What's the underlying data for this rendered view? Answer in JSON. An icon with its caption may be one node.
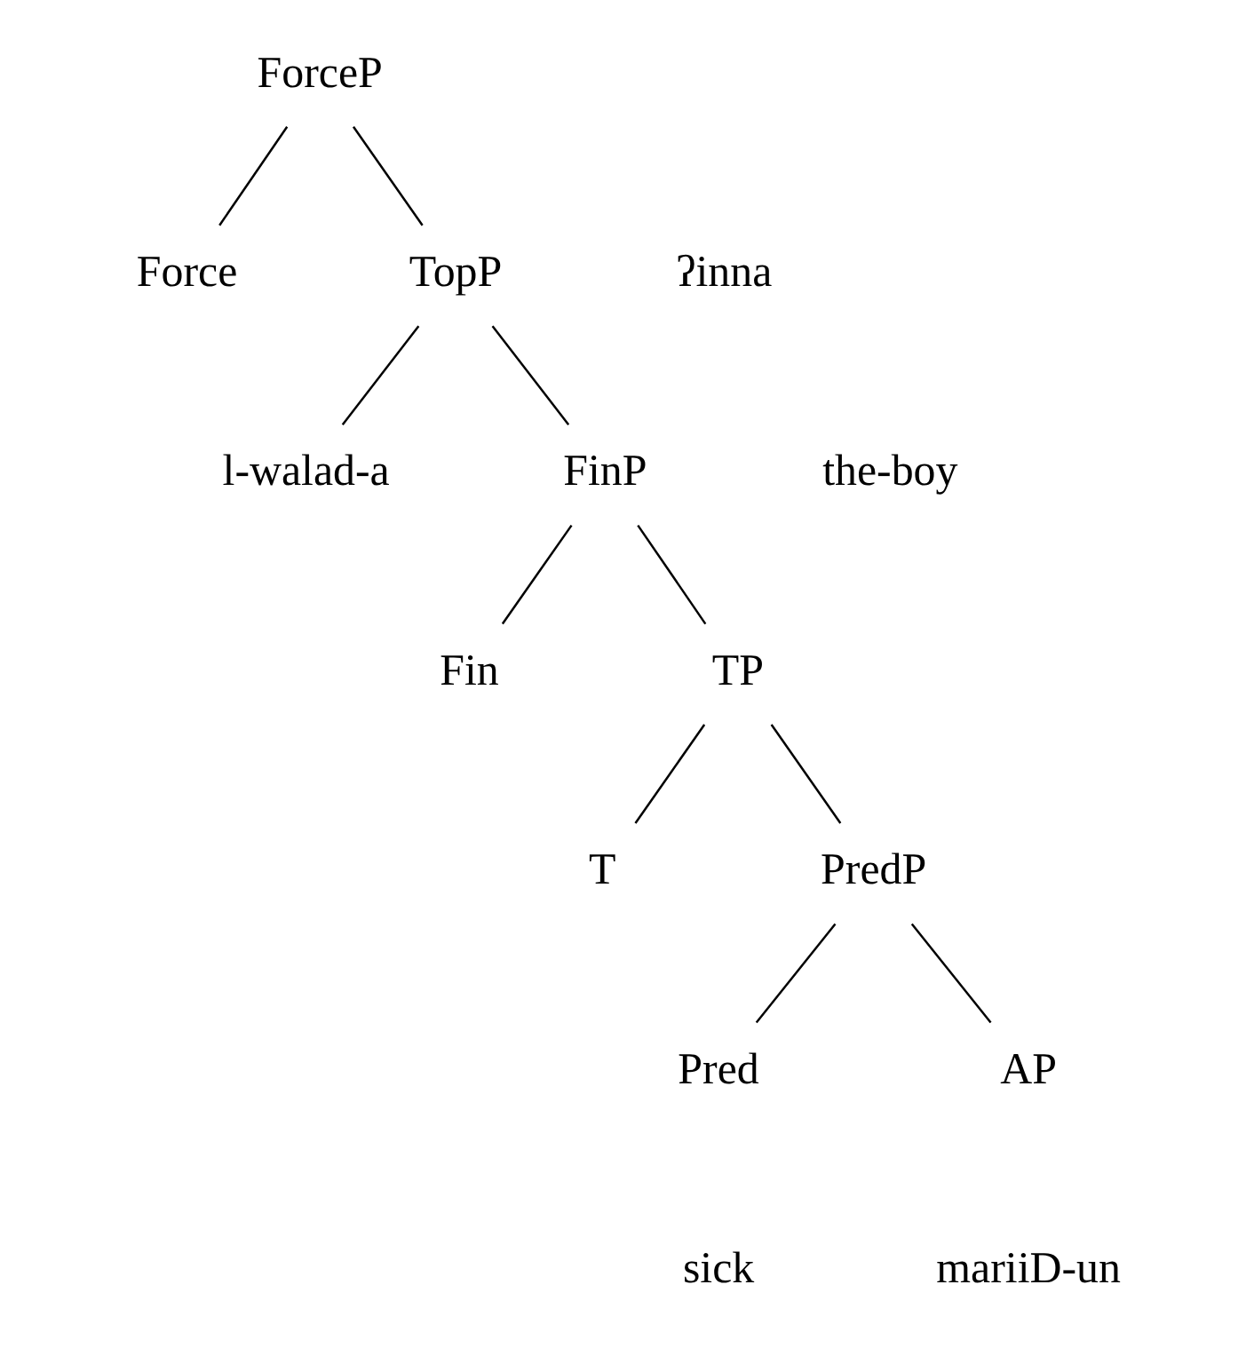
{
  "diagram": {
    "nodes": [
      {
        "text": [
          "ForceP"
        ]
      },
      {
        "text": [
          "Force"
        ]
      },
      {
        "text": [
          "TopP"
        ]
      },
      {
        "text": [
          "l-walad-a"
        ]
      },
      {
        "text": [
          "FinP"
        ]
      },
      {
        "text": [
          "Fin"
        ]
      },
      {
        "text": [
          "TP"
        ]
      },
      {
        "text": [
          "T"
        ]
      },
      {
        "text": [
          "PredP"
        ]
      },
      {
        "text": [
          "Pred"
        ]
      },
      {
        "text": [
          "AP"
        ]
      }
    ],
    "edges": [
      {
        "from": 0,
        "to": 1,
        "arrow": "none"
      },
      {
        "from": 0,
        "to": 2,
        "arrow": "none"
      },
      {
        "from": 2,
        "to": 3,
        "arrow": "none"
      },
      {
        "from": 2,
        "to": 4,
        "arrow": "none"
      },
      {
        "from": 4,
        "to": 5,
        "arrow": "none"
      },
      {
        "from": 4,
        "to": 6,
        "arrow": "none"
      },
      {
        "from": 6,
        "to": 7,
        "arrow": "none"
      },
      {
        "from": 6,
        "to": 8,
        "arrow": "none"
      },
      {
        "from": 8,
        "to": 9,
        "arrow": "none"
      },
      {
        "from": 8,
        "to": 10,
        "arrow": "none"
      }
    ],
    "labels": [
      "ʔinna",
      "the-boy",
      "sick",
      "mariiD-un"
    ]
  }
}
